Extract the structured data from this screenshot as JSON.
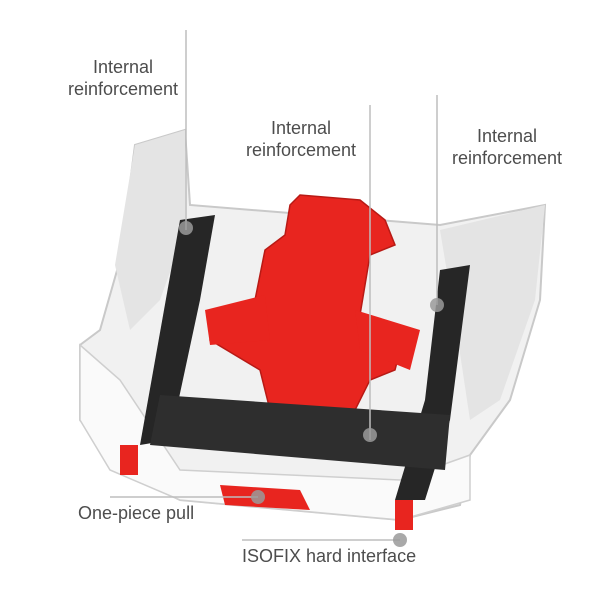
{
  "callouts": {
    "top_left": {
      "line1": "Internal",
      "line2": "reinforcement"
    },
    "top_center": {
      "line1": "Internal",
      "line2": "reinforcement"
    },
    "top_right": {
      "line1": "Internal",
      "line2": "reinforcement"
    },
    "pull": "One-piece pull",
    "isofix": "ISOFIX hard interface"
  },
  "colors": {
    "shell": "#f1f1f1",
    "shell_shadow": "#c9c9c9",
    "reinforcement": "#e8251f",
    "isofix_bars": "#262626",
    "text": "#4d4d4d",
    "leader_line": "#bdbdbd",
    "marker_dot": "#9a9a9a"
  }
}
